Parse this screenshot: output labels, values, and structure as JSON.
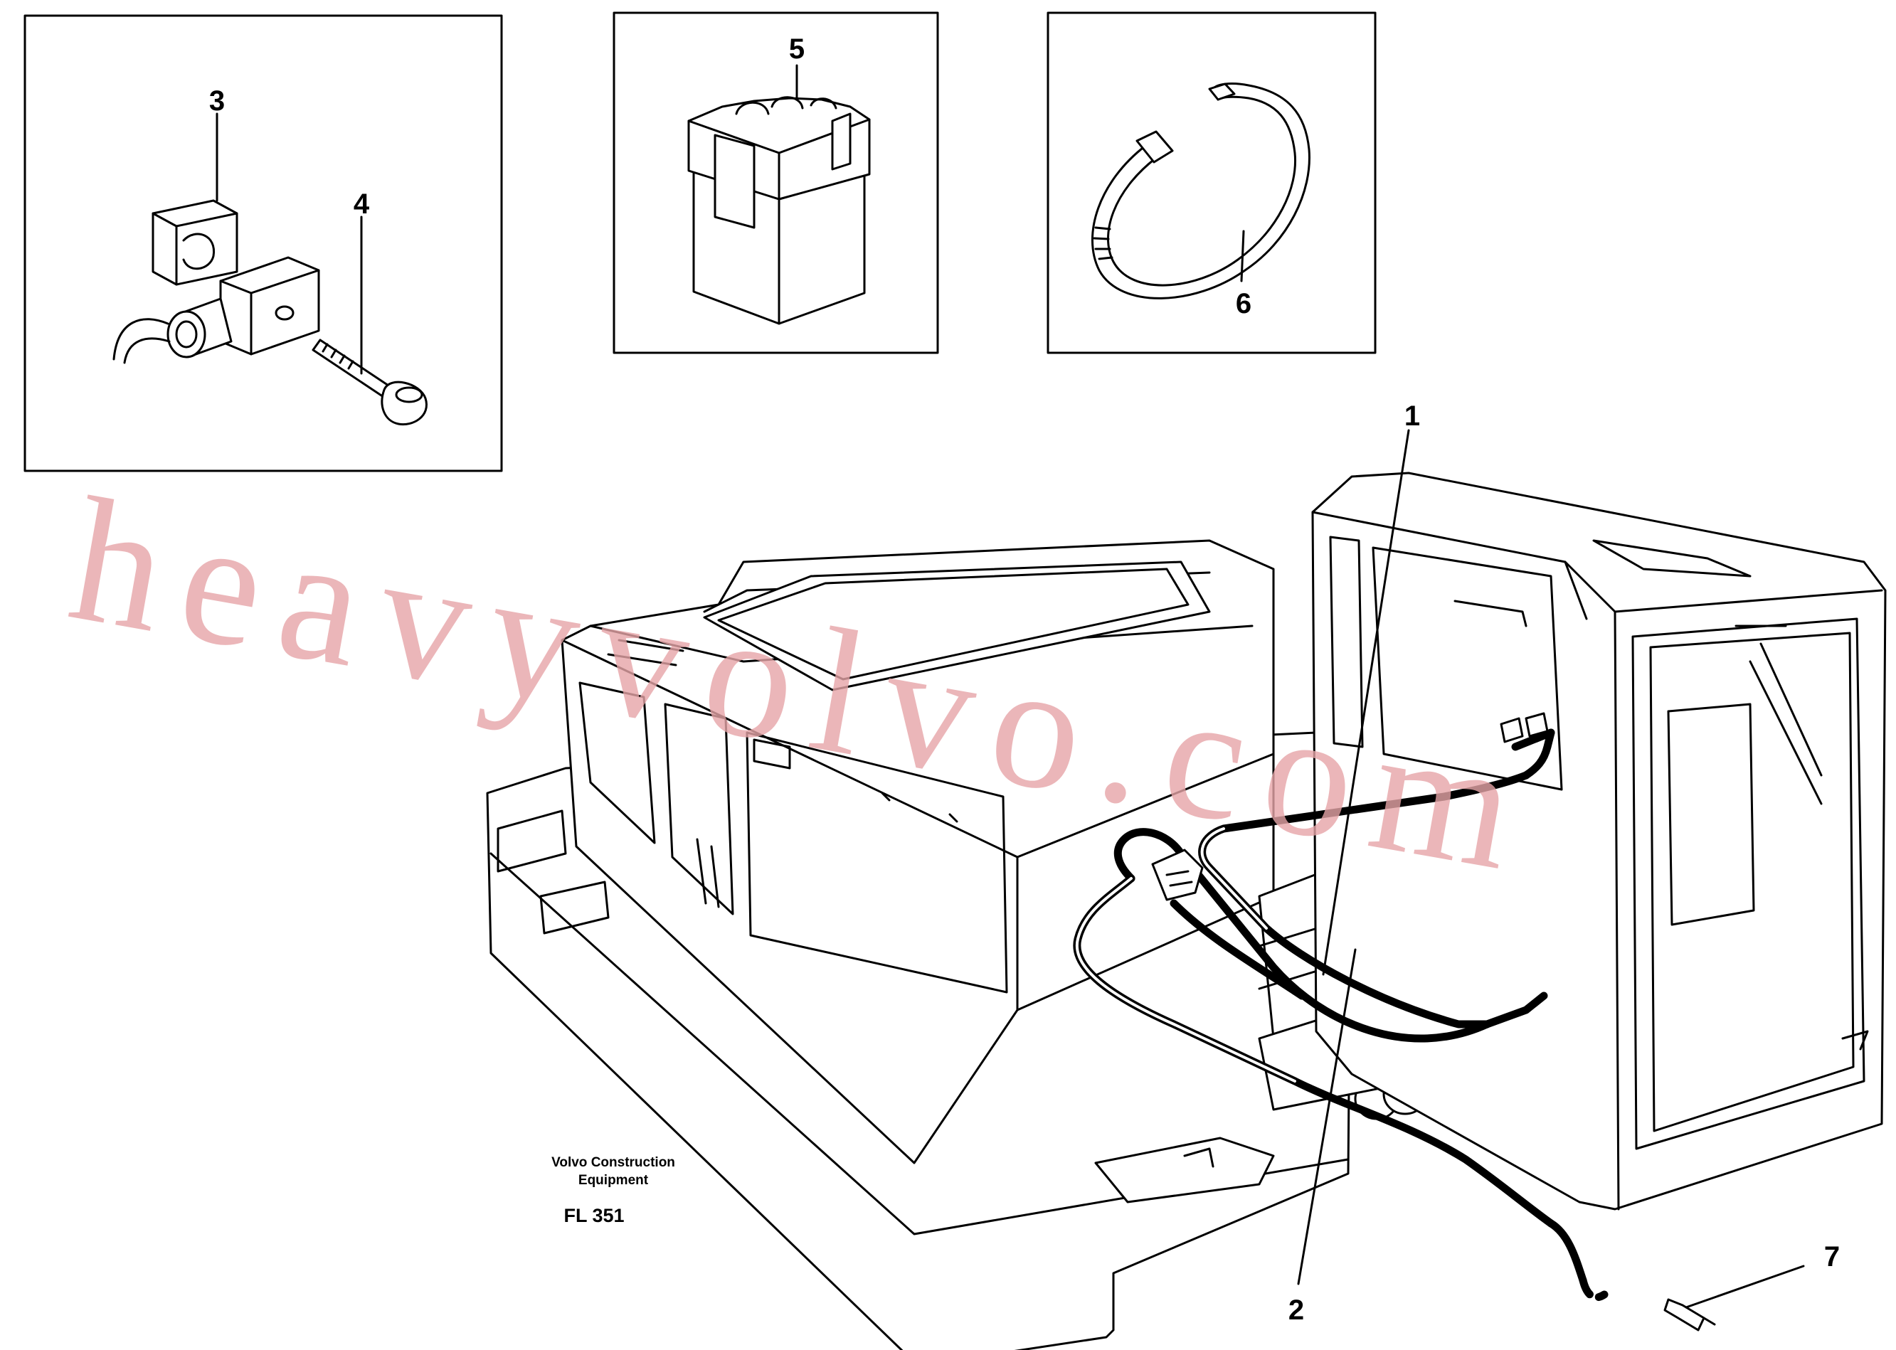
{
  "callouts": {
    "c1": "1",
    "c2": "2",
    "c3": "3",
    "c4": "4",
    "c5": "5",
    "c6": "6",
    "c7": "7"
  },
  "caption": {
    "line1": "Volvo Construction",
    "line2": "Equipment",
    "code": "FL 351"
  },
  "watermark": "heavyvolvo.com",
  "colors": {
    "watermark": "#e7a5a8",
    "line": "#000000",
    "background": "#ffffff"
  }
}
